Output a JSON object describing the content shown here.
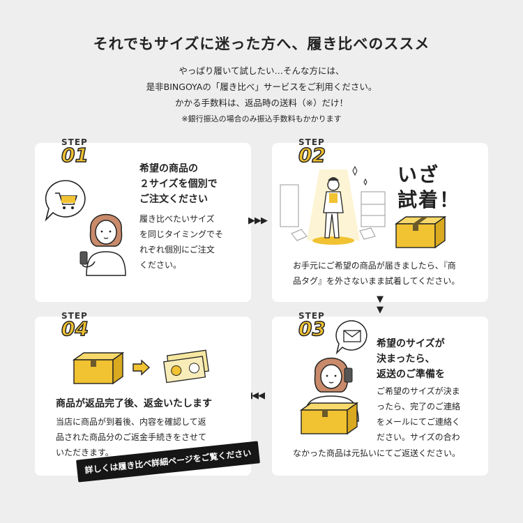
{
  "header": {
    "title": "それでもサイズに迷った方へ、履き比べのススメ",
    "line1": "やっぱり履いて試したい…そんな方には、",
    "line2": "是非BINGOYAの「履き比べ」サービスをご利用ください。",
    "line3": "かかる手数料は、返品時の送料（※）だけ！",
    "note": "※銀行振込の場合のみ振込手数料もかかります"
  },
  "steps": [
    {
      "label": "STEP",
      "number": "01",
      "heading_l1": "希望の商品の",
      "heading_l2": "２サイズを個別で",
      "heading_l3": "ご注文ください",
      "body_l1": "履き比べたいサイズ",
      "body_l2": "を同じタイミングでそ",
      "body_l3": "れぞれ個別にご注文",
      "body_l4": "ください。"
    },
    {
      "label": "STEP",
      "number": "02",
      "callout_l1": "いざ",
      "callout_l2": "試着！",
      "body_l1": "お手元にご希望の商品が届きましたら、『商",
      "body_l2": "品タグ』を外さないまま試着してください。"
    },
    {
      "label": "STEP",
      "number": "03",
      "heading_l1": "希望のサイズが",
      "heading_l2": "決まったら、",
      "heading_l3": "返送のご準備を",
      "body_l1": "ご希望のサイズが決ま",
      "body_l2": "ったら、完了のご連絡",
      "body_l3": "をメールにてご連絡く",
      "body_l4": "ださい。サイズの合わ",
      "body_l5": "なかった商品は元払いにてご返送ください。"
    },
    {
      "label": "STEP",
      "number": "04",
      "heading": "商品が返品完了後、返金いたします",
      "body_l1": "当店に商品が到着後、内容を確認して返",
      "body_l2": "品された商品分のご返金手続きをさせて",
      "body_l3": "いただきます。"
    }
  ],
  "arrows": {
    "right": "▶▶▶",
    "down": "▼\n▼",
    "left": "◀◀◀"
  },
  "banner": "詳しくは履き比べ詳細ページをご覧ください",
  "colors": {
    "accent": "#f1c232",
    "background": "#eeeeee",
    "card": "#ffffff",
    "ink": "#222222"
  }
}
